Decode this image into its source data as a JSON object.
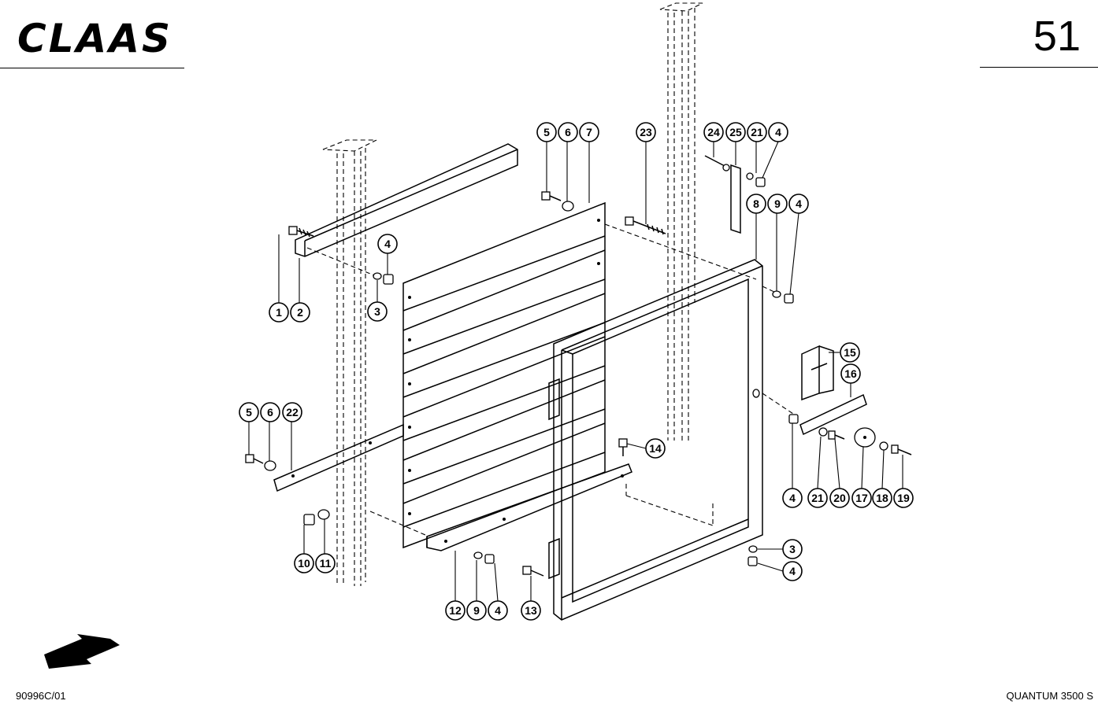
{
  "header": {
    "brand_logo": "CLAAS",
    "page_number": "51"
  },
  "footer": {
    "document_id": "90996C/01",
    "model": "QUANTUM 3500 S"
  },
  "callouts": {
    "c1": "1",
    "c2": "2",
    "c3": "3",
    "c4a": "4",
    "c5a": "5",
    "c6a": "6",
    "c7": "7",
    "c23": "23",
    "c24": "24",
    "c25": "25",
    "c21a": "21",
    "c4b": "4",
    "c8": "8",
    "c9a": "9",
    "c4c": "4",
    "c15": "15",
    "c16": "16",
    "c5b": "5",
    "c6b": "6",
    "c22": "22",
    "c14": "14",
    "c4d": "4",
    "c21b": "21",
    "c20": "20",
    "c17": "17",
    "c18": "18",
    "c19": "19",
    "c10": "10",
    "c11": "11",
    "c3b": "3",
    "c4e": "4",
    "c12": "12",
    "c9b": "9",
    "c4f": "4",
    "c13": "13"
  }
}
